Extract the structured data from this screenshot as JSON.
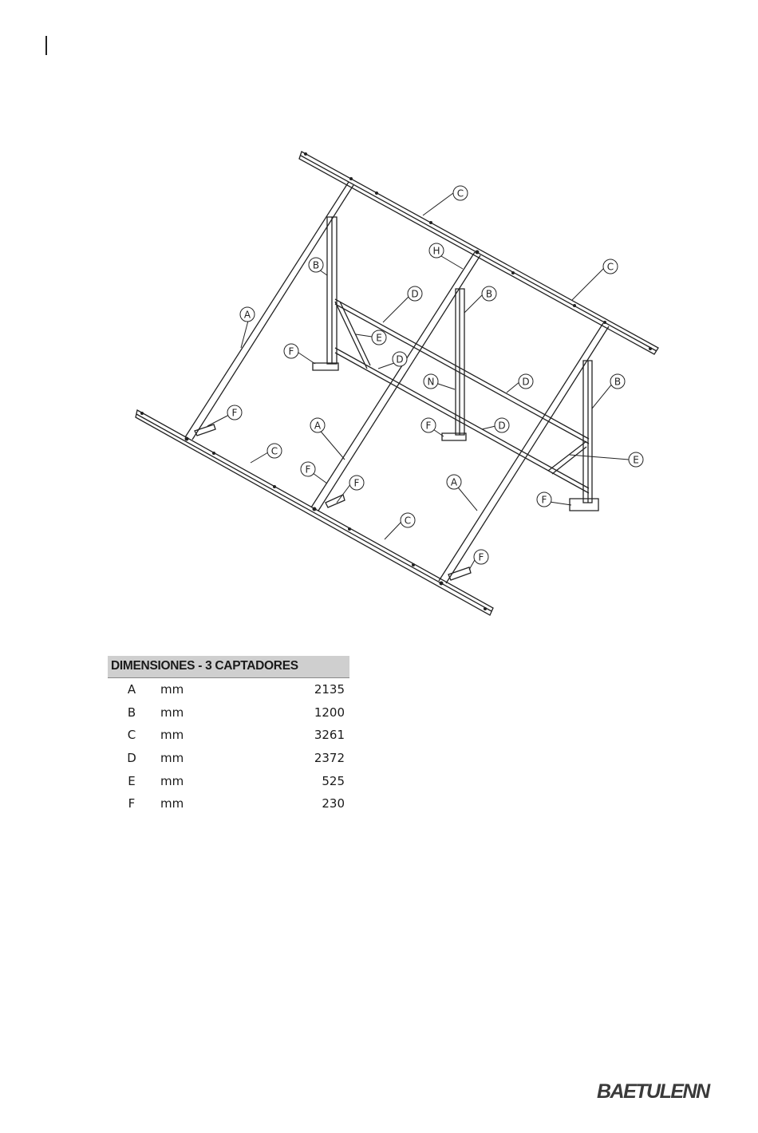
{
  "callouts": {
    "a": "A",
    "b": "B",
    "c": "C",
    "d": "D",
    "e": "E",
    "f": "F",
    "h": "H",
    "n": "N"
  },
  "dimensions_table": {
    "title": "DIMENSIONES - 3 CAPTADORES",
    "rows": [
      {
        "letter": "A",
        "unit": "mm",
        "value": "2135"
      },
      {
        "letter": "B",
        "unit": "mm",
        "value": "1200"
      },
      {
        "letter": "C",
        "unit": "mm",
        "value": "3261"
      },
      {
        "letter": "D",
        "unit": "mm",
        "value": "2372"
      },
      {
        "letter": "E",
        "unit": "mm",
        "value": "525"
      },
      {
        "letter": "F",
        "unit": "mm",
        "value": "230"
      }
    ]
  },
  "brand": {
    "logo_text": "BAETULENN"
  },
  "colors": {
    "ink": "#222222",
    "table_header_bg": "#cfcfcf"
  }
}
